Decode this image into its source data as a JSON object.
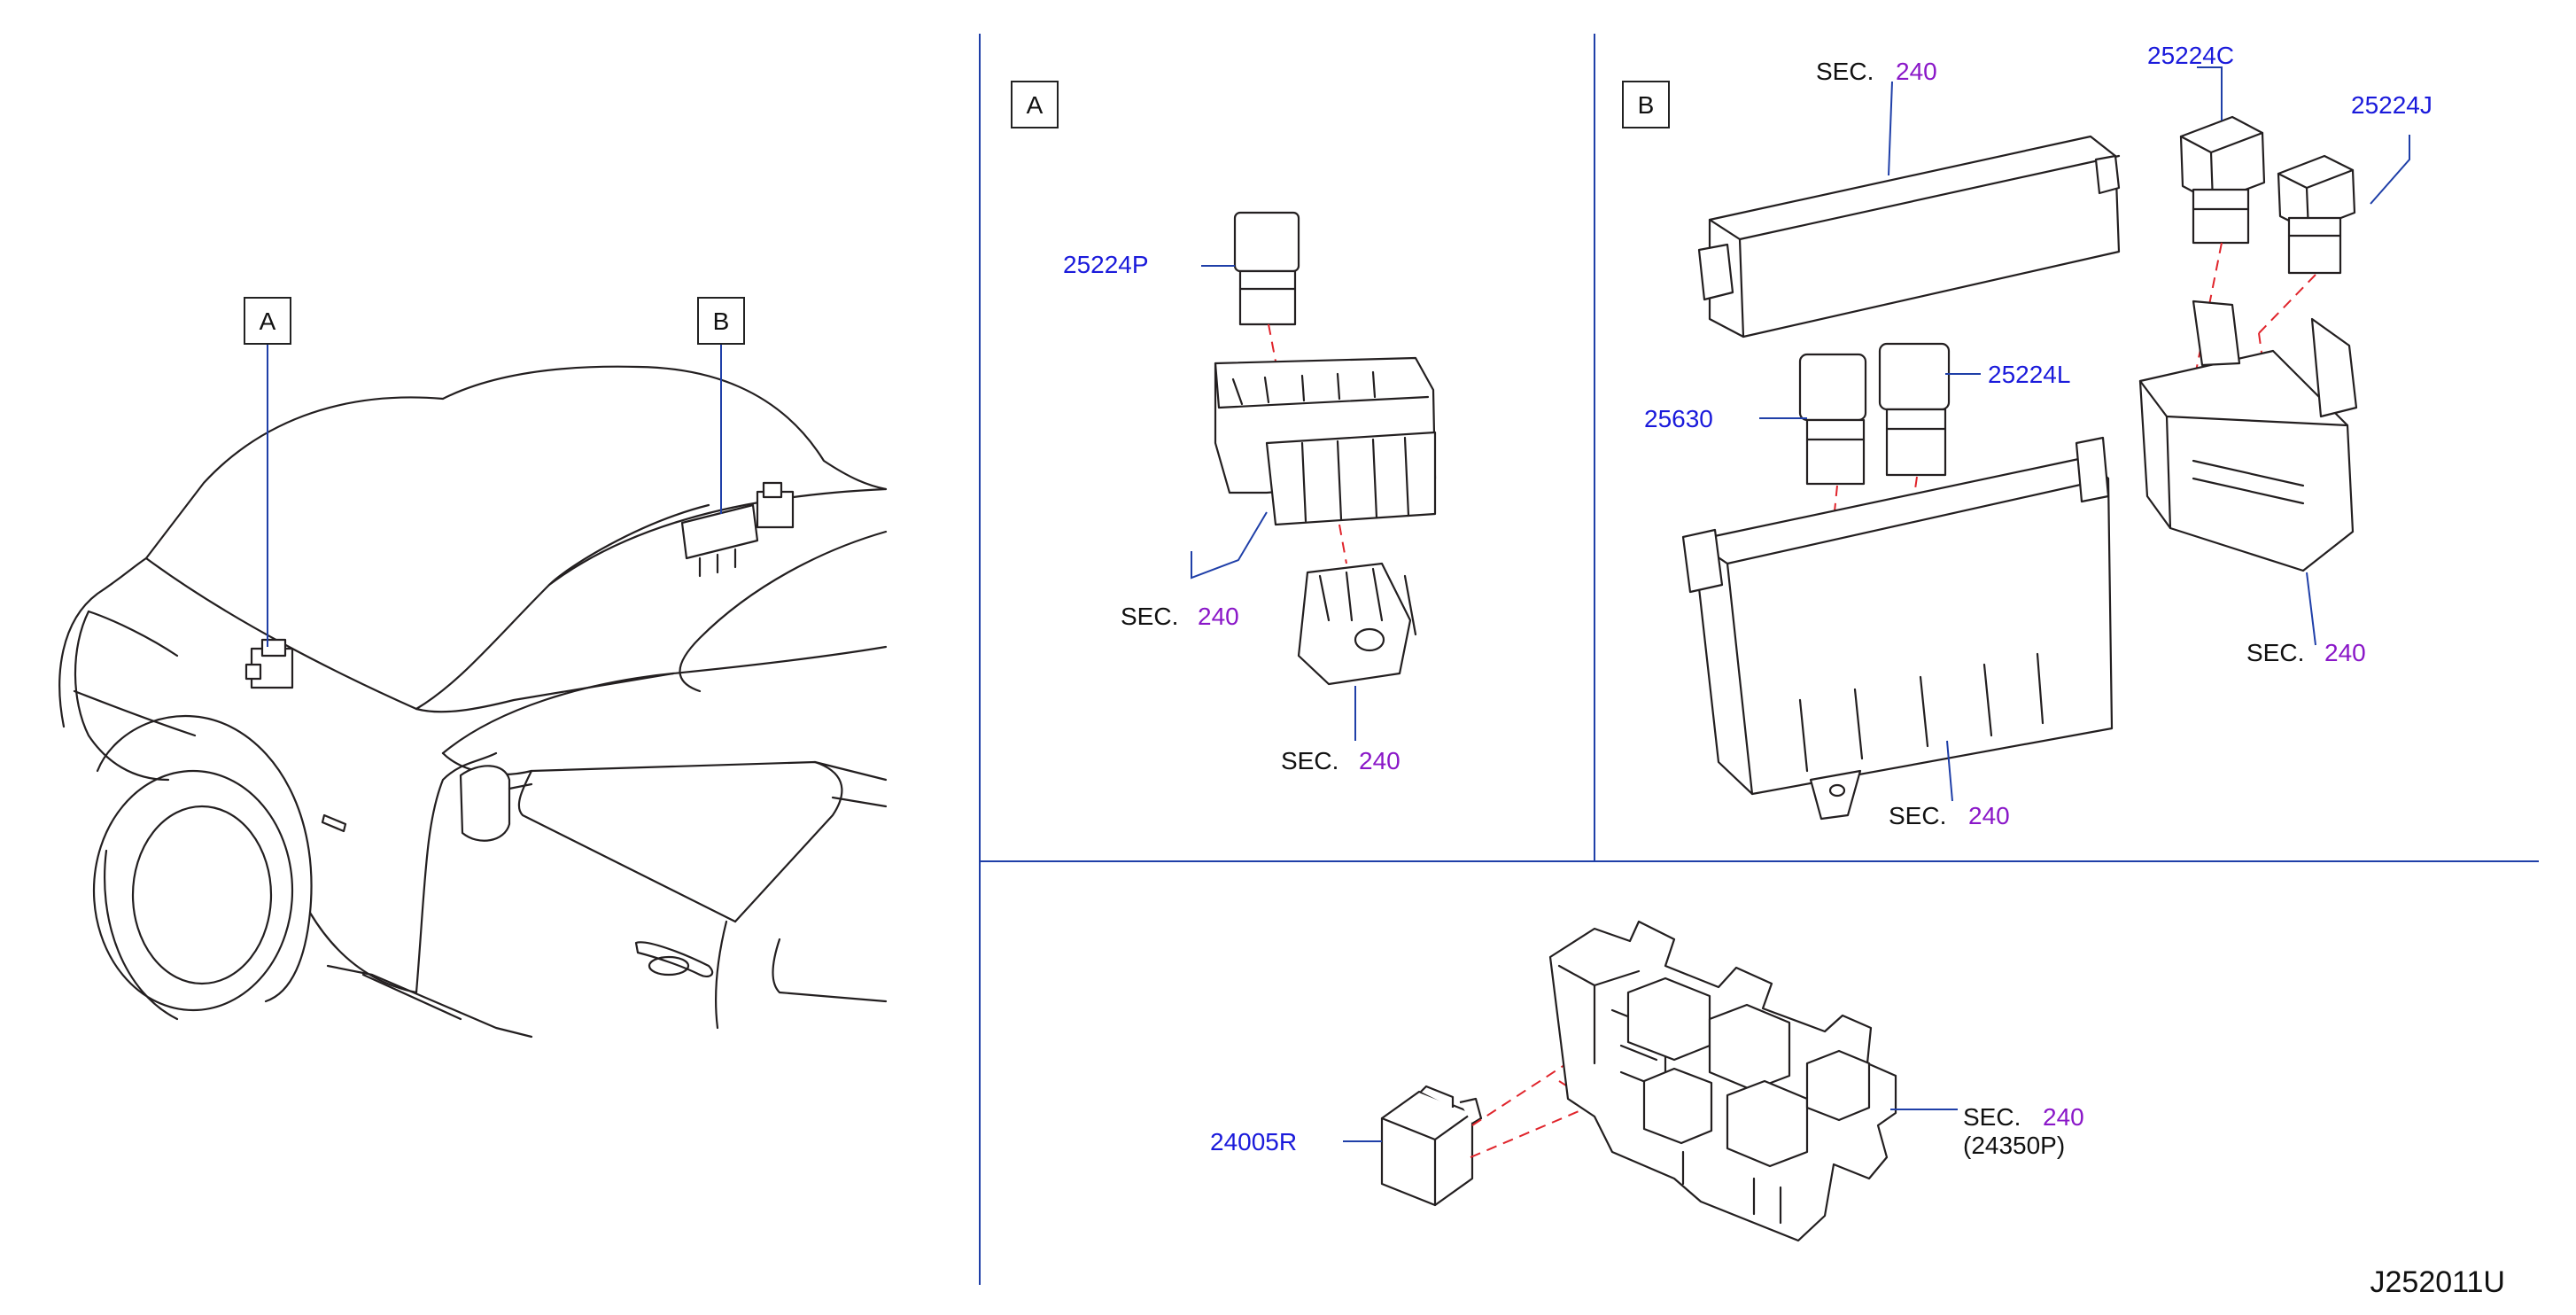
{
  "view_labels": {
    "a": "A",
    "b": "B"
  },
  "parts": {
    "p25224P": "25224P",
    "p25224C": "25224C",
    "p25224J": "25224J",
    "p25224L": "25224L",
    "p25630": "25630",
    "p24005R": "24005R"
  },
  "sec": {
    "text": "SEC.",
    "number": "240"
  },
  "sub_part": "(24350P)",
  "diagram_code": "J252011U",
  "colors": {
    "part_number": "#1a1adb",
    "section_number": "#8a17c8",
    "leader_line": "#1f3fa8",
    "dash_line": "#e0242b"
  }
}
